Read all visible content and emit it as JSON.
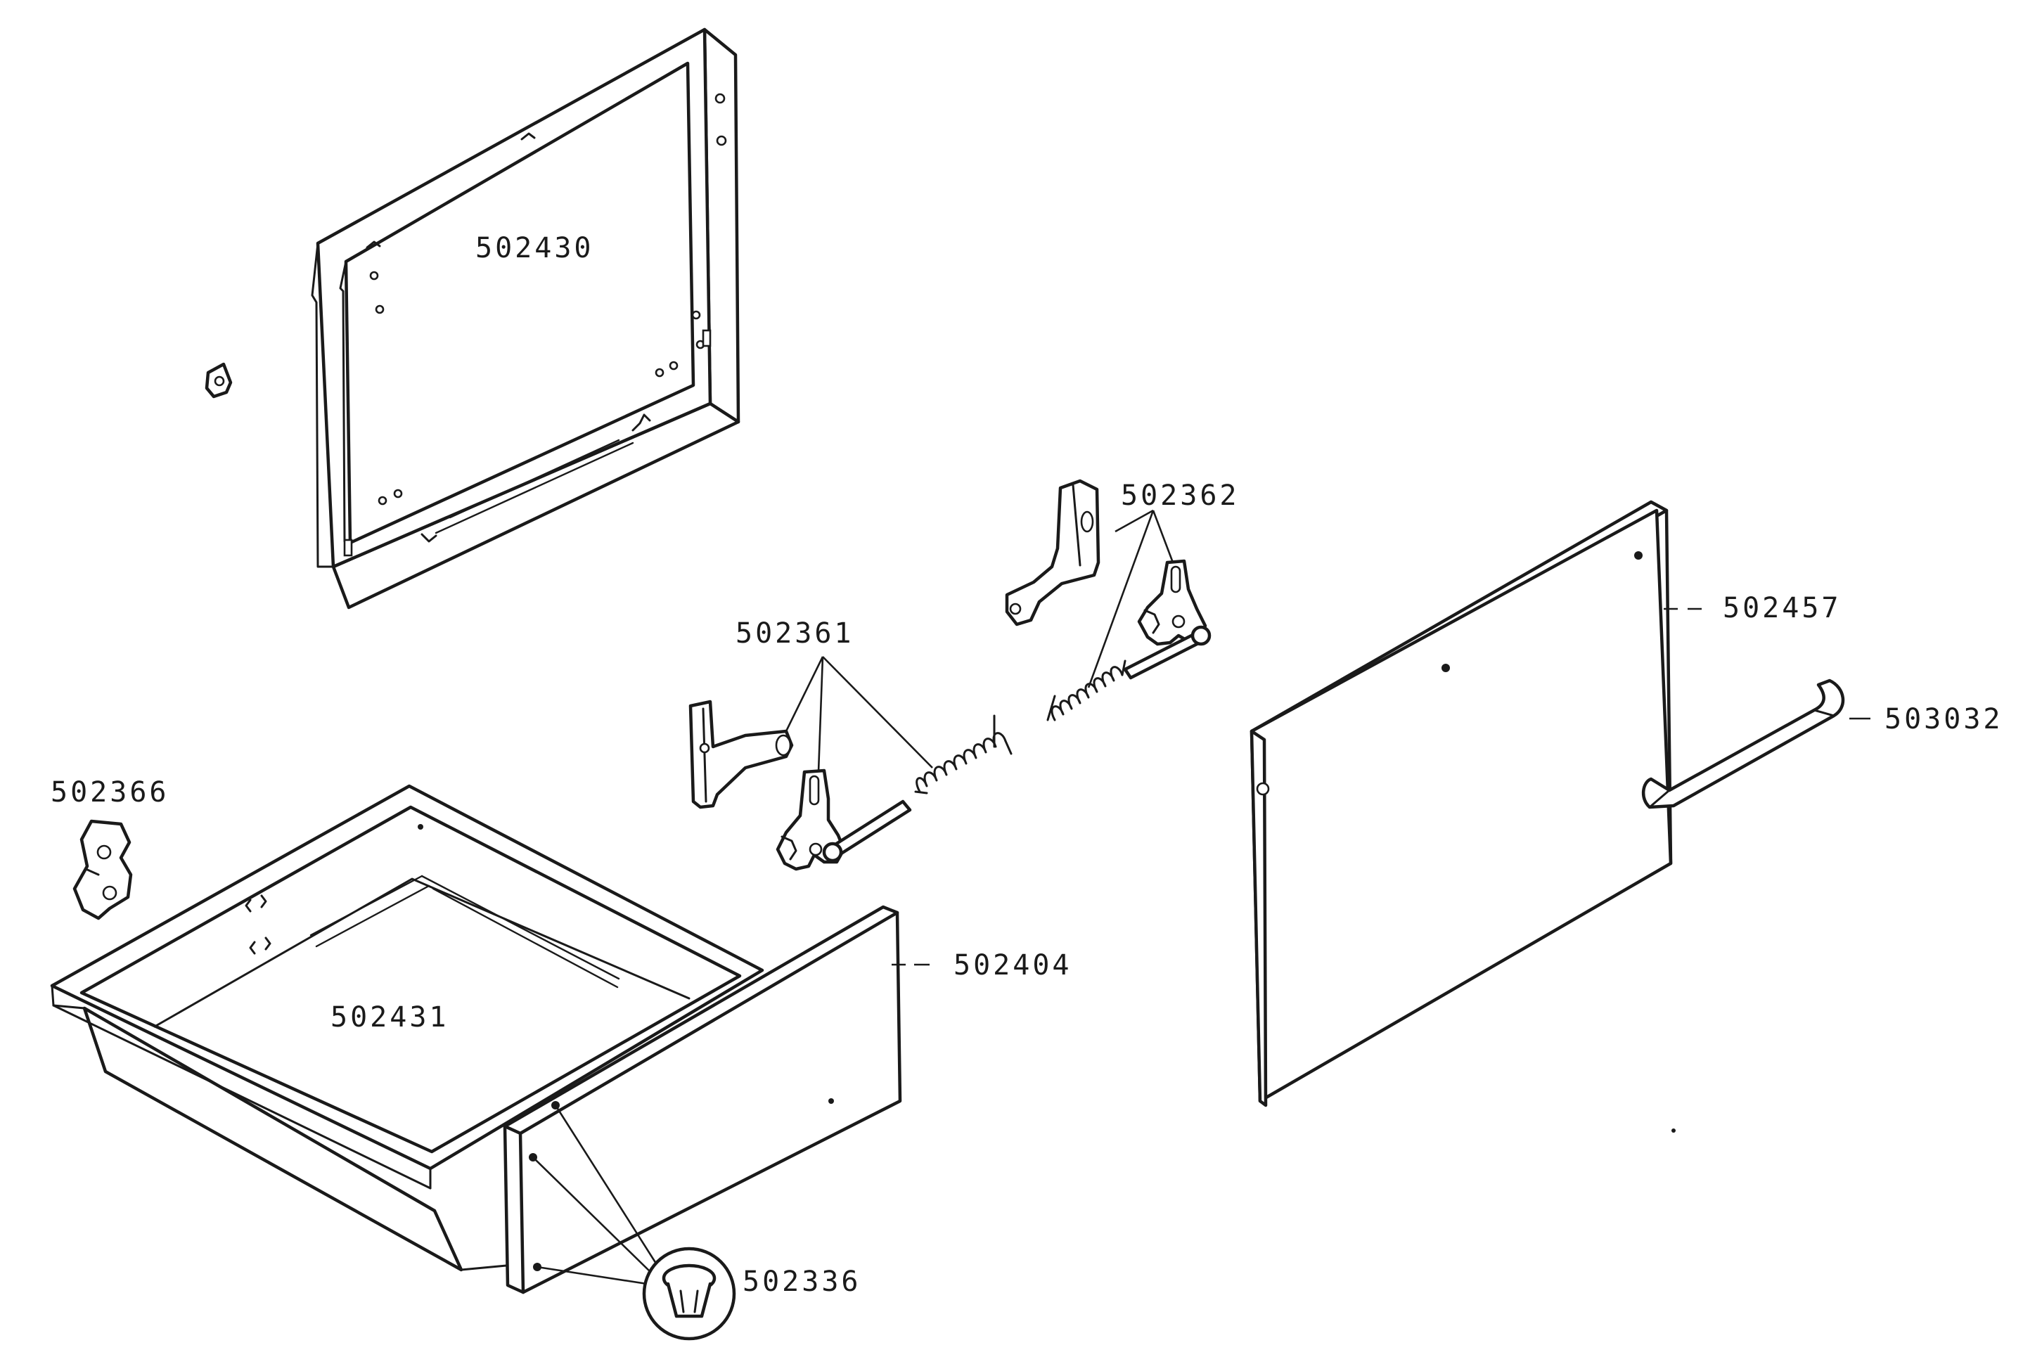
{
  "diagram": {
    "part_numbers": {
      "back_frame": "502430",
      "right_hinge": "502362",
      "left_hinge": "502361",
      "door_panel": "502457",
      "door_handle": "503032",
      "drawer_latch": "502366",
      "drawer_front": "502404",
      "drawer_tray": "502431",
      "push_fastener": "502336"
    }
  }
}
